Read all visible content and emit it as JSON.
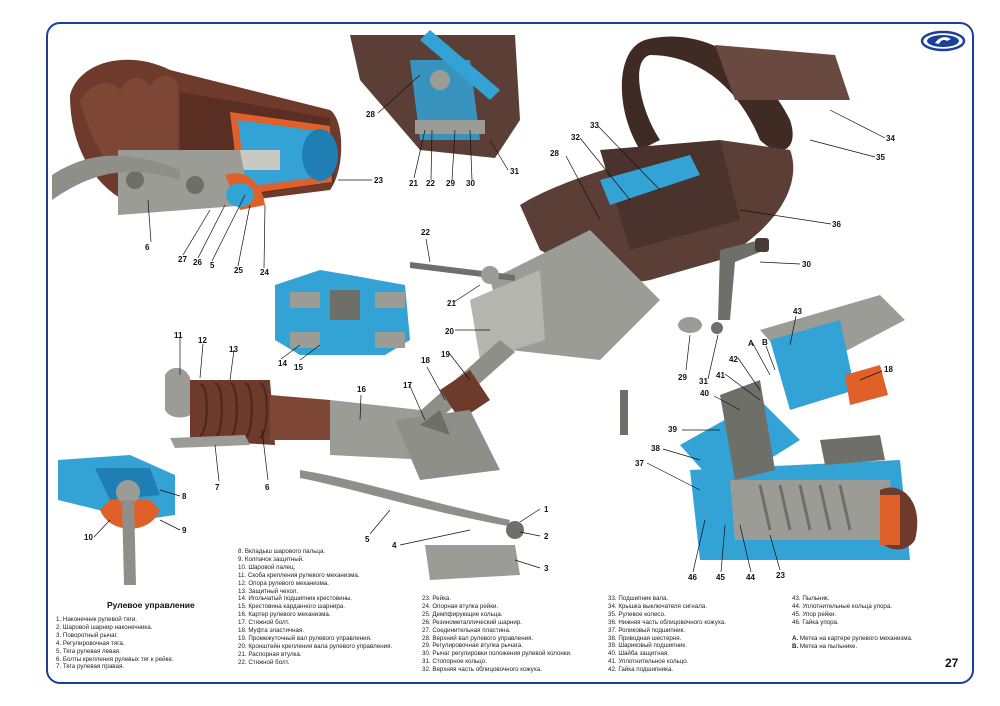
{
  "page": {
    "title": "Рулевое управление",
    "page_number": "27"
  },
  "callouts": {
    "c1": "1",
    "c2": "2",
    "c3": "3",
    "c4": "4",
    "c5": "5",
    "c5b": "5",
    "c6": "6",
    "c6b": "6",
    "c7": "7",
    "c8": "8",
    "c9": "9",
    "c10": "10",
    "c11": "11",
    "c12": "12",
    "c13": "13",
    "c14": "14",
    "c15": "15",
    "c16": "16",
    "c17": "17",
    "c18": "18",
    "c18b": "18",
    "c19": "19",
    "c20": "20",
    "c21": "21",
    "c21b": "21",
    "c22": "22",
    "c22b": "22",
    "c23": "23",
    "c23b": "23",
    "c24": "24",
    "c25": "25",
    "c26": "26",
    "c27": "27",
    "c28": "28",
    "c28b": "28",
    "c29": "29",
    "c29b": "29",
    "c30": "30",
    "c30b": "30",
    "c31": "31",
    "c31b": "31",
    "c32": "32",
    "c33": "33",
    "c34": "34",
    "c35": "35",
    "c36": "36",
    "c37": "37",
    "c38": "38",
    "c39": "39",
    "c40": "40",
    "c41": "41",
    "c42": "42",
    "c43": "43",
    "c44": "44",
    "c45": "45",
    "c46": "46",
    "cA": "А",
    "cB": "В"
  },
  "legend": {
    "col1": [
      "1. Наконечник рулевой тяги.",
      "2. Шаровой шарнир наконечника.",
      "3. Поворотный рычаг.",
      "4. Регулировочная тяга.",
      "5. Тяга рулевая левая.",
      "6. Болты крепления рулевых тяг к рейке.",
      "7. Тяга рулевая правая."
    ],
    "col2": [
      "8. Вкладыш шарового пальца.",
      "9. Колпачок защитный.",
      "10. Шаровой палец.",
      "11. Скоба крепления рулевого механизма.",
      "12. Опора рулевого механизма.",
      "13. Защитный чехол.",
      "14. Игольчатый подшипник крестовины.",
      "15. Крестовина карданного шарнира.",
      "16. Картер рулевого механизма.",
      "17. Стяжной болт.",
      "18. Муфта эластичная.",
      "19. Промежуточный вал рулевого управления.",
      "20. Кронштейн крепления вала рулевого управления.",
      "21. Распорная втулка.",
      "22. Стяжной болт."
    ],
    "col3": [
      "23. Рейка.",
      "24. Опорная втулка рейки.",
      "25. Демпфирующие кольца.",
      "26. Резинометаллический шарнир.",
      "27. Соединительная пластина.",
      "28. Верхний вал рулевого управления.",
      "29. Регулировочная втулка рычага.",
      "30. Рычаг регулировки положения рулевой колонки.",
      "31. Стопорное кольцо.",
      "32. Верхняя часть облицовочного кожуха."
    ],
    "col4": [
      "33. Подшипник вала.",
      "34. Крышка выключателя сигнала.",
      "35. Рулевое колесо.",
      "36. Нижняя часть облицовочного кожуха.",
      "37. Роликовый подшипник.",
      "38. Приводная шестерня.",
      "39. Шариковый подшипник.",
      "40. Шайба защитная.",
      "41. Уплотнительное кольцо.",
      "42. Гайка подшипника."
    ],
    "col5": [
      "43. Пыльник.",
      "44. Уплотнительные кольца упора.",
      "45. Упор рейки.",
      "46. Гайка упора."
    ],
    "col5_notes": [
      {
        "mark": "А.",
        "text": " Метка на картере рулевого механизма."
      },
      {
        "mark": "В.",
        "text": " Метка на пыльнике."
      }
    ]
  },
  "colors": {
    "frame": "#1b3f9a",
    "metal": "#9c9c96",
    "metal_dark": "#6f6f6a",
    "boot": "#6e3a2c",
    "section_blue": "#33a3d6",
    "section_orange": "#e0602a",
    "casing": "#5b3f36",
    "logo": "#1b3f9a"
  },
  "icons": {
    "logo": "lada-logo-icon"
  }
}
